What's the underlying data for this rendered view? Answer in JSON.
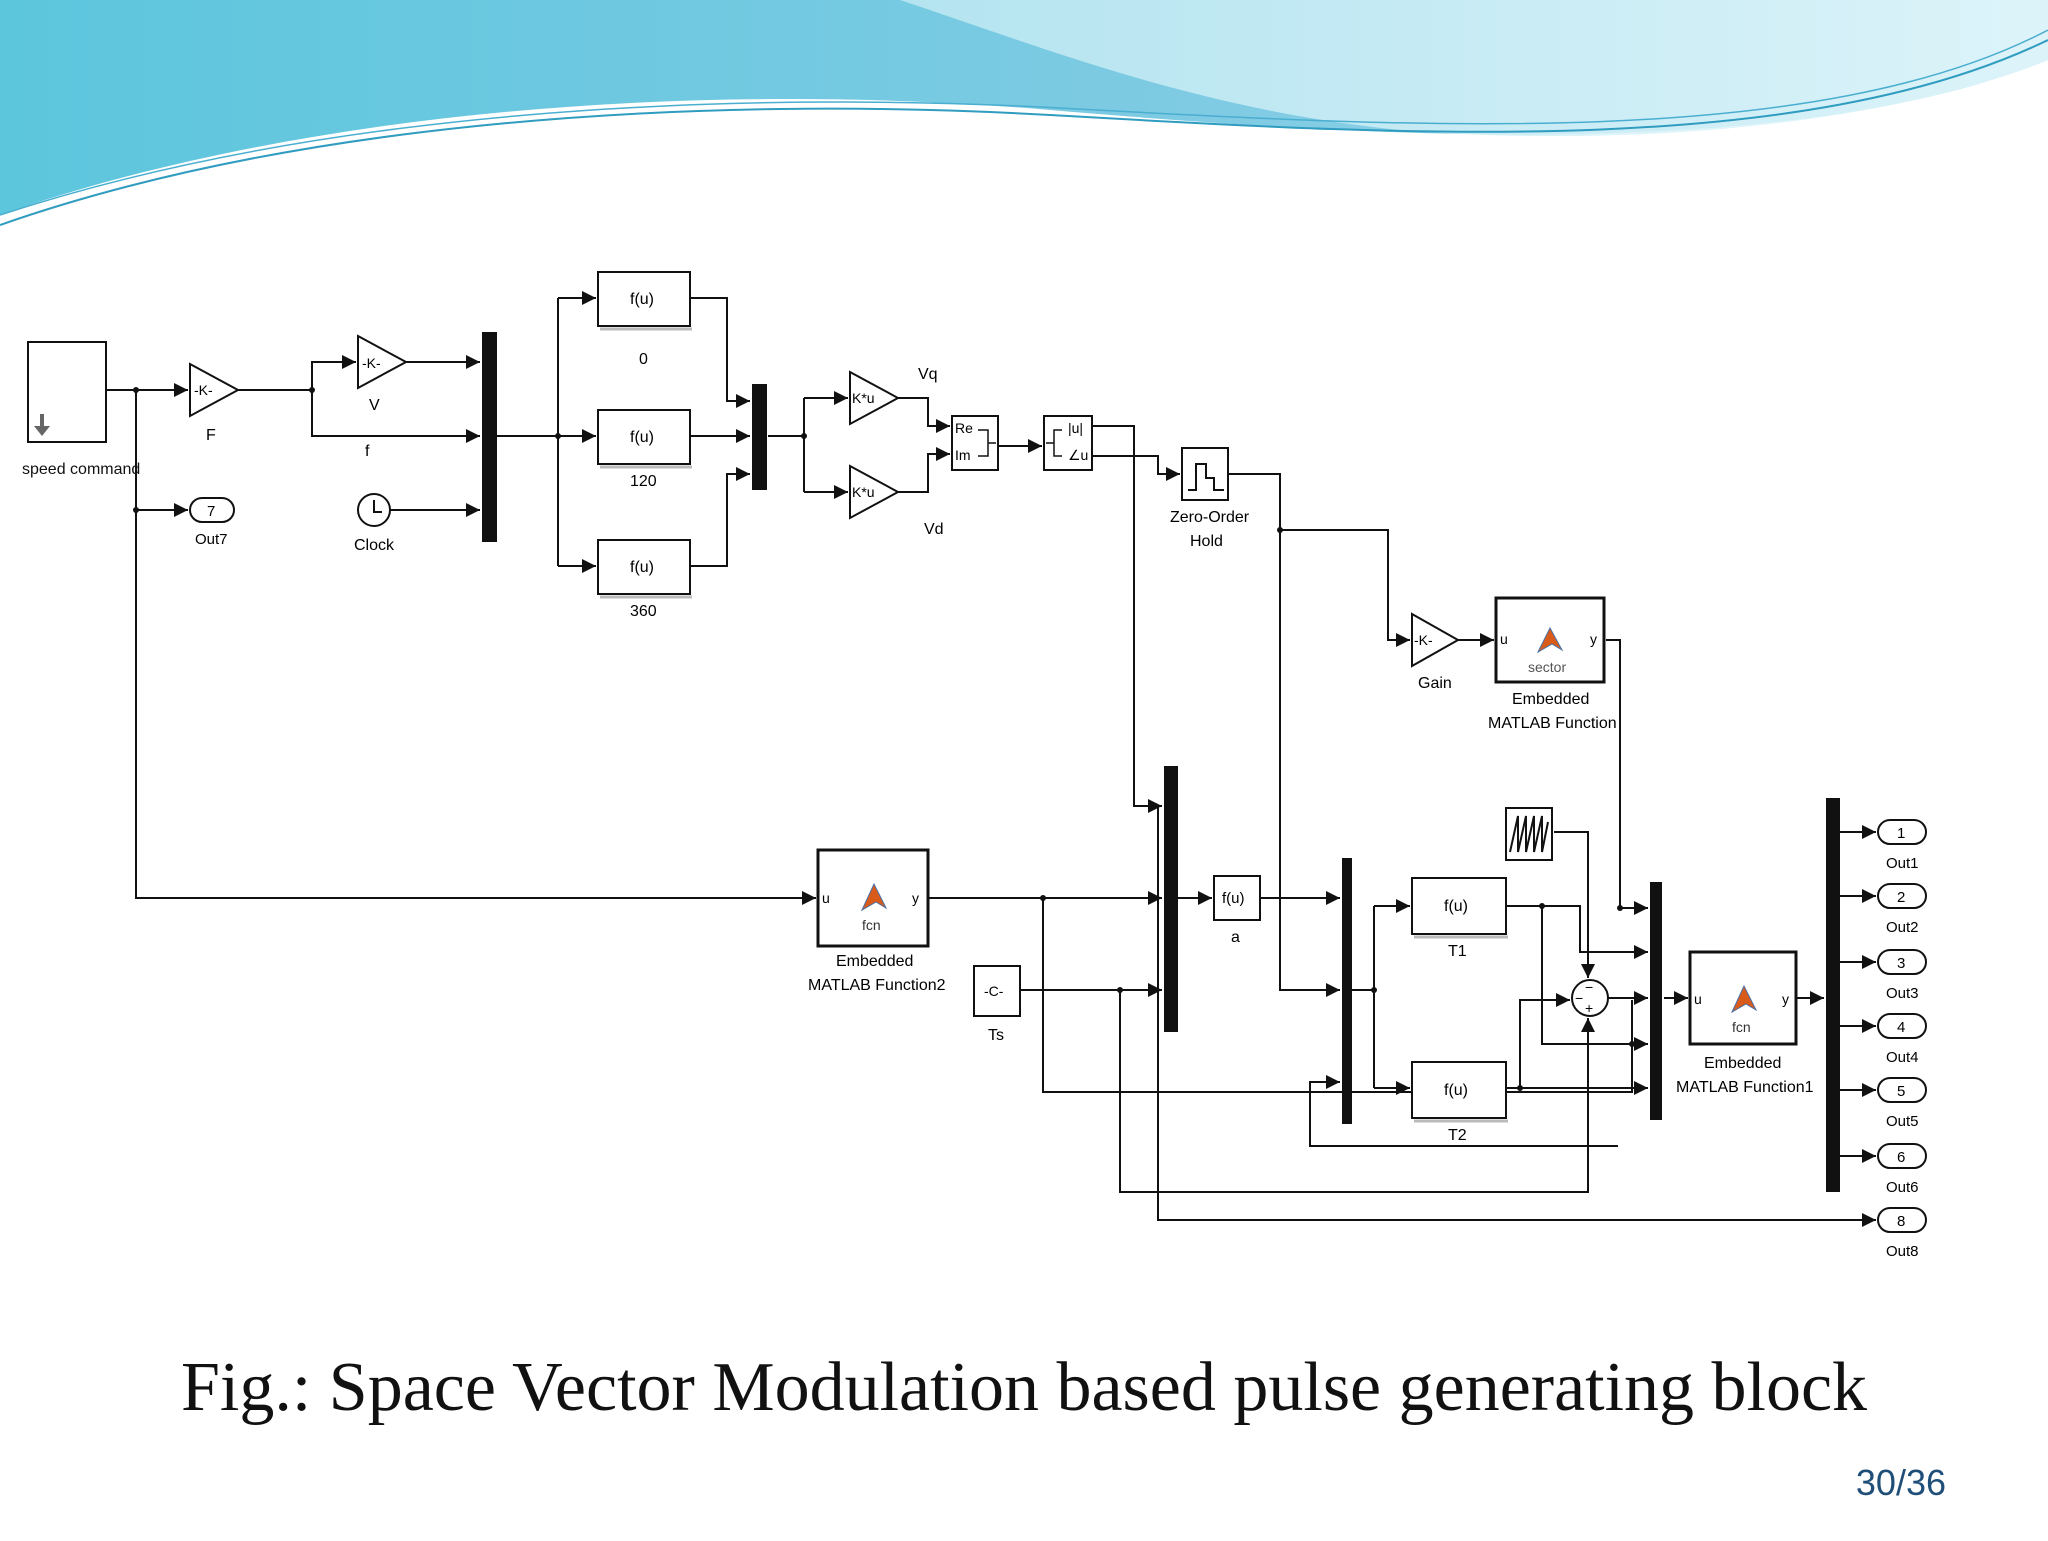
{
  "slide": {
    "caption": "Fig.: Space Vector Modulation based pulse generating block",
    "page_number": "30/36"
  },
  "colors": {
    "wave_dark": "#4fb9d6",
    "wave_light": "#a8e4ef",
    "line": "#111111",
    "caption": "#111111",
    "page_number": "#1f4e79"
  },
  "blocks": {
    "speed_command": "speed command",
    "gain_F_symbol": "-K-",
    "gain_F_label": "F",
    "gain_V_symbol": "-K-",
    "gain_V_label": "V",
    "signal_f": "f",
    "out7_port": "7",
    "out7_label": "Out7",
    "clock_label": "Clock",
    "fcn_0_text": "f(u)",
    "fcn_0_label": "0",
    "fcn_120_text": "f(u)",
    "fcn_120_label": "120",
    "fcn_360_text": "f(u)",
    "fcn_360_label": "360",
    "ku_q": "K*u",
    "ku_d": "K*u",
    "vq_label": "Vq",
    "vd_label": "Vd",
    "reim_re": "Re",
    "reim_im": "Im",
    "polar_mag": "|u|",
    "polar_ang": "∠u",
    "zoh_label_1": "Zero-Order",
    "zoh_label_2": "Hold",
    "gain_symbol": "-K-",
    "gain_label": "Gain",
    "sector_u": "u",
    "sector_y": "y",
    "sector_name": "sector",
    "sector_label_1": "Embedded",
    "sector_label_2": "MATLAB Function",
    "emb2_u": "u",
    "emb2_y": "y",
    "emb2_name": "fcn",
    "emb2_label_1": "Embedded",
    "emb2_label_2": "MATLAB Function2",
    "const_text": "-C-",
    "const_label": "Ts",
    "fcn_a_text": "f(u)",
    "fcn_a_label": "a",
    "fcn_t1_text": "f(u)",
    "fcn_t1_label": "T1",
    "fcn_t2_text": "f(u)",
    "fcn_t2_label": "T2",
    "emb1_u": "u",
    "emb1_y": "y",
    "emb1_name": "fcn",
    "emb1_label_1": "Embedded",
    "emb1_label_2": "MATLAB Function1",
    "sum_minus1": "−",
    "sum_minus2": "−",
    "sum_plus": "+",
    "out1_port": "1",
    "out1_label": "Out1",
    "out2_port": "2",
    "out2_label": "Out2",
    "out3_port": "3",
    "out3_label": "Out3",
    "out4_port": "4",
    "out4_label": "Out4",
    "out5_port": "5",
    "out5_label": "Out5",
    "out6_port": "6",
    "out6_label": "Out6",
    "out8_port": "8",
    "out8_label": "Out8"
  }
}
